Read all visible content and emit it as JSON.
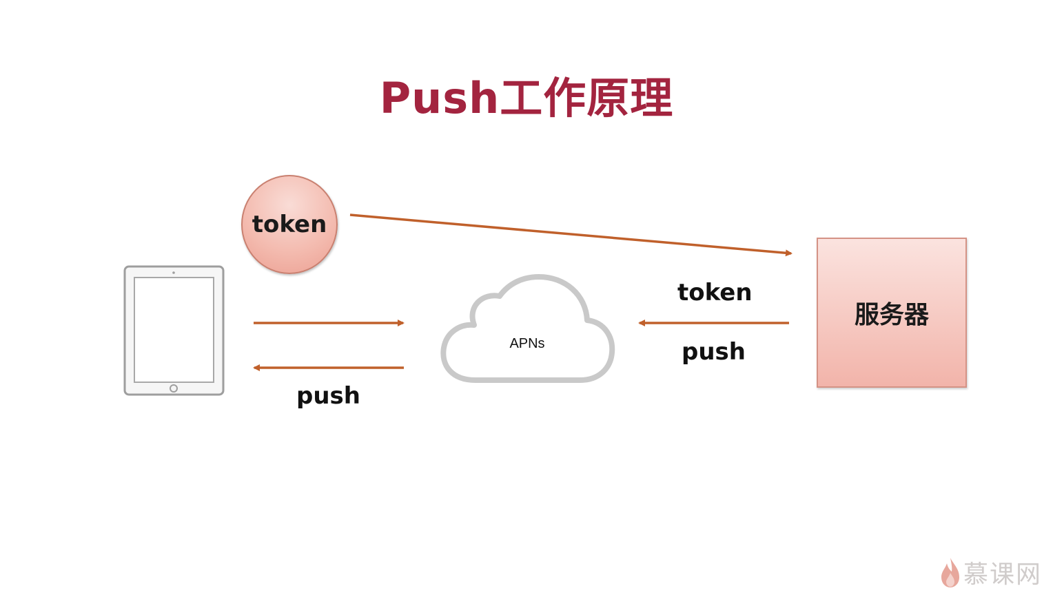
{
  "title": "Push工作原理",
  "nodes": {
    "device_token_bubble": "token",
    "cloud": "APNs",
    "server": "服务器"
  },
  "edge_labels": {
    "apns_to_device": "push",
    "server_token": "token",
    "server_push": "push"
  },
  "watermark": "慕课网",
  "colors": {
    "title": "#a3243f",
    "arrow": "#c0602b",
    "device_frame": "#9e9e9e",
    "cloud_stroke": "#c9c9c9"
  },
  "icons": {
    "device": "tablet-icon",
    "cloud": "cloud-icon",
    "watermark_logo": "flame-logo-icon"
  }
}
